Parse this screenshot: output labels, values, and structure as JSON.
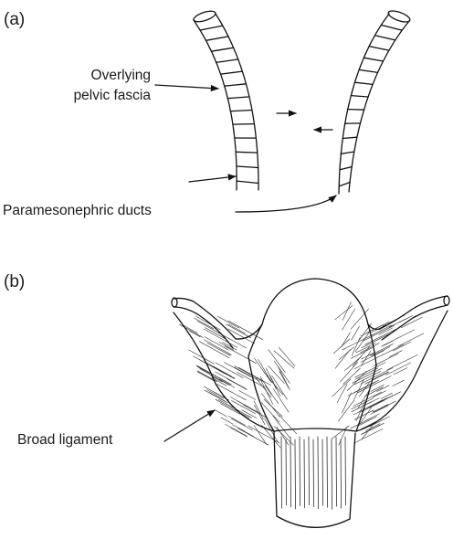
{
  "panels": {
    "a": {
      "label": "(a)",
      "annotations": {
        "fascia_line1": "Overlying",
        "fascia_line2": "pelvic fascia",
        "ducts": "Paramesonephric ducts"
      }
    },
    "b": {
      "label": "(b)",
      "annotations": {
        "ligament": "Broad ligament"
      }
    }
  },
  "colors": {
    "ink": "#111111",
    "background": "#ffffff"
  }
}
